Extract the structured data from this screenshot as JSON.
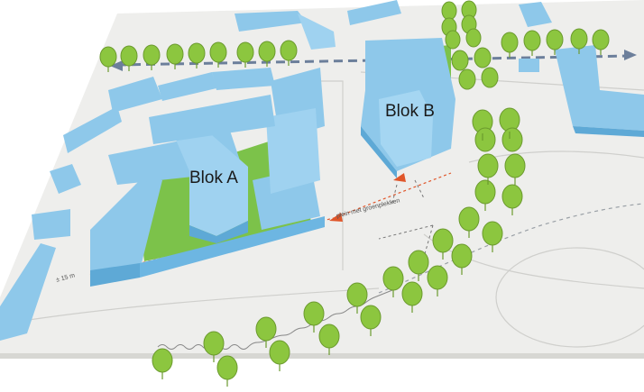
{
  "scene": {
    "description_free": true,
    "block_a_label": "Blok A",
    "block_b_label": "Blok B",
    "street_note": "plein met groenplekken",
    "distance_note": "± 15 m"
  },
  "colors": {
    "foam_blue": "#8ec8ea",
    "foam_shadow": "#5ea9d6",
    "grass_green": "#7cc24a",
    "tree_green": "#8cc63f",
    "board": "#eeeeec",
    "path_dash": "#6c7f9b",
    "arrow_red": "#e0562a"
  }
}
